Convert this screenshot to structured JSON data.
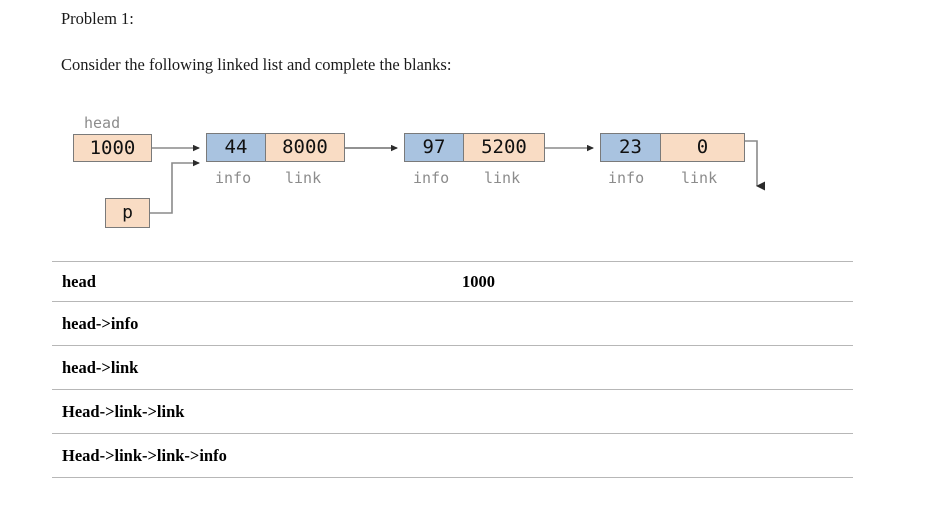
{
  "document": {
    "title": "Problem 1:",
    "prompt": "Consider the following linked list and complete the blanks:"
  },
  "diagram": {
    "head_label": "head",
    "head_value": "1000",
    "pointer_label": "p",
    "field_labels": {
      "info": "info",
      "link": "link"
    },
    "nodes": [
      {
        "info": "44",
        "link": "8000"
      },
      {
        "info": "97",
        "link": "5200"
      },
      {
        "info": "23",
        "link": "0"
      }
    ],
    "colors": {
      "info_cell": "#a9c3e0",
      "link_cell": "#f9dcc4",
      "box_border": "#7a7a7a",
      "connector": "#8a8a8a",
      "label_text": "#8c8c8c"
    }
  },
  "answer_table": {
    "rows": [
      {
        "expression": "head",
        "value": "1000"
      },
      {
        "expression": "head->info",
        "value": ""
      },
      {
        "expression": "head->link",
        "value": ""
      },
      {
        "expression": "Head->link->link",
        "value": ""
      },
      {
        "expression": "Head->link->link->info",
        "value": ""
      }
    ]
  }
}
